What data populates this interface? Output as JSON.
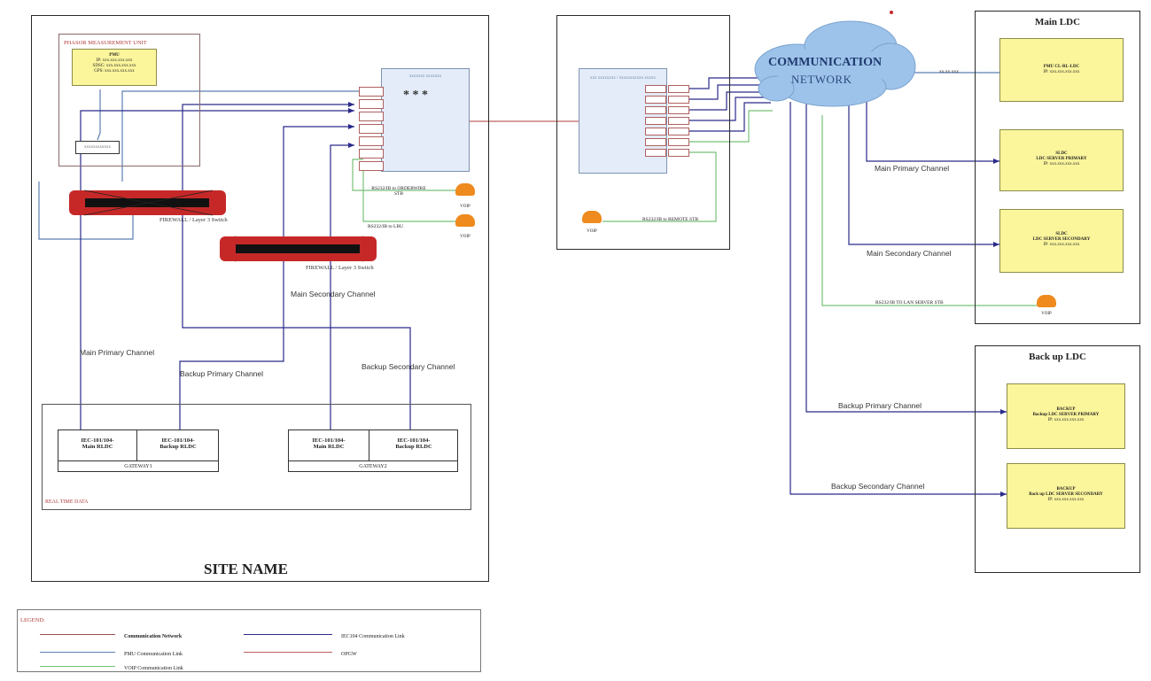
{
  "site": {
    "title": "SITE NAME",
    "pmu_title": "PHASOR MEASUREMENT UNIT",
    "pmu_device": {
      "line1": "PMU",
      "line2": "IP: xxx.xxx.xxx.xxx",
      "line3": "SDSC: xxx.xxx.xxx.xxx",
      "line4": "GPS: xxx.xxx.xxx.xxx"
    },
    "pmu_small": "xxxxxxxxxxxx",
    "switch_title": "xxxxxxx xxxxxxx",
    "stars": "* * *",
    "firewall1": "FIREWALL / Layer 3 Switch",
    "firewall2": "FIREWALL / Layer 3 Switch",
    "site_link1": "RS232/IB to ORDERWIRE STB",
    "site_link2": "RS232/IB to LBU",
    "channels": {
      "main_primary": "Main Primary Channel",
      "main_secondary": "Main Secondary Channel",
      "backup_primary": "Backup Primary Channel",
      "backup_secondary": "Backup Secondary Channel"
    },
    "gateway1": {
      "cell1": "IEC-101/104-\nMain RLDC",
      "cell2": "IEC-101/104-\nBackup RLDC",
      "label": "GATEWAY1"
    },
    "gateway2": {
      "cell1": "IEC-101/104-\nMain RLDC",
      "cell2": "IEC-101/104-\nBackup RLDC",
      "label": "GATEWAY2"
    },
    "rtd_label": "REAL TIME DATA"
  },
  "mux": {
    "title": "xxx xxxxxxxx / xxxxxxxxxxx xxxxx",
    "link": "RS232/IB to REMOTE STB",
    "phone_label": "VOIP"
  },
  "cloud": {
    "line1": "COMMUNICATION",
    "line2": "NETWORK"
  },
  "main_ldc": {
    "title": "Main LDC",
    "box1": {
      "line1": "PMU CL-RL-LDC",
      "line2": "IP: xxx.xxx.xxx.xxx"
    },
    "box2": {
      "line1": "SLDC",
      "line2": "LDC SERVER PRIMARY",
      "line3": "IP: xxx.xxx.xxx.xxx"
    },
    "box3": {
      "line1": "SLDC",
      "line2": "LDC SERVER SECONDARY",
      "line3": "IP: xxx.xxx.xxx.xxx"
    },
    "link_top": "xx.xx xxx",
    "channel_primary": "Main Primary Channel",
    "channel_secondary": "Main Secondary Channel",
    "voip_link": "RS232/IB TO LAN SERVER STB",
    "phone_label": "VOIP"
  },
  "backup_ldc": {
    "title": "Back up LDC",
    "box1": {
      "line1": "BACKUP",
      "line2": "Backup LDC SERVER PRIMARY",
      "line3": "IP: xxx.xxx.xxx.xxx"
    },
    "box2": {
      "line1": "BACKUP",
      "line2": "Back up LDC SERVER SECONDARY",
      "line3": "IP: xxx.xxx.xxx.xxx"
    },
    "channel_primary": "Backup Primary Channel",
    "channel_secondary": "Backup Secondary Channel"
  },
  "site_phone_label_1": "VOIP",
  "site_phone_label_2": "VOIP",
  "legend": {
    "title": "LEGEND:",
    "items": [
      {
        "label": "Communication Network",
        "color": "#a05050"
      },
      {
        "label": "IEC104 Communication Link",
        "color": "#2a2a8a"
      },
      {
        "label": "PMU Communication Link",
        "color": "#5a7fb0"
      },
      {
        "label": "OPGW",
        "color": "#c06060"
      },
      {
        "label": "VOIP Communication Link",
        "color": "#78c078"
      }
    ]
  },
  "colors": {
    "iec": "#2a2a8a",
    "pmu": "#5a7fb0",
    "voip": "#78c078",
    "net": "#a05050",
    "firewall": "#c62828",
    "cloud": "#9ec3ea",
    "phone": "#ef8a1e"
  }
}
